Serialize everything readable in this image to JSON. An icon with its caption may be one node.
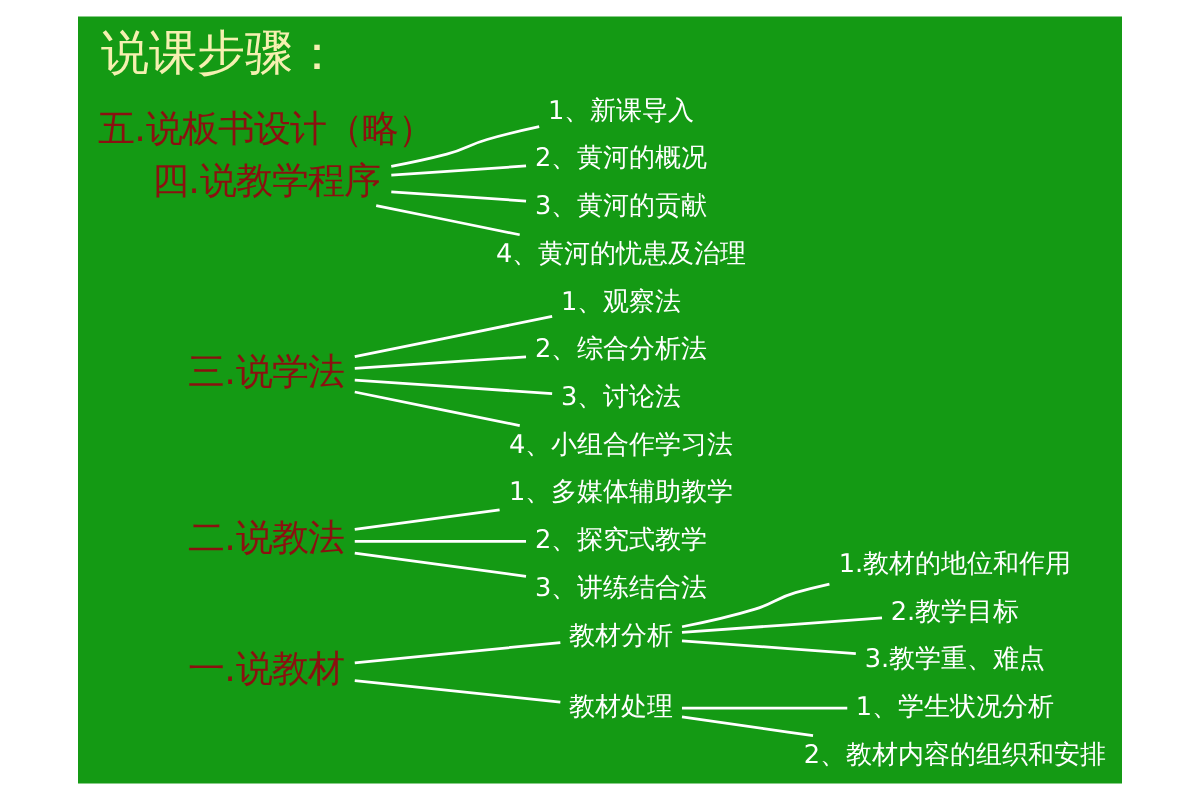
{
  "diagram": {
    "title": "说课步骤：",
    "nodes": [
      {
        "text": [
          "一.说教材"
        ]
      },
      {
        "text": [
          "教材分析"
        ]
      },
      {
        "text": [
          "1.教材的地位和作用"
        ]
      },
      {
        "text": [
          "2.教学目标"
        ]
      },
      {
        "text": [
          "3.教学重、难点"
        ]
      },
      {
        "text": [
          "教材处理"
        ]
      },
      {
        "text": [
          "1、学生状况分析"
        ]
      },
      {
        "text": [
          "2、教材内容的组织和安排"
        ]
      },
      {
        "text": [
          "二.说教法"
        ]
      },
      {
        "text": [
          "1、多媒体辅助教学"
        ]
      },
      {
        "text": [
          "2、探究式教学"
        ]
      },
      {
        "text": [
          "3、讲练结合法"
        ]
      },
      {
        "text": [
          "三.说学法"
        ]
      },
      {
        "text": [
          "1、观察法"
        ]
      },
      {
        "text": [
          "2、综合分析法"
        ]
      },
      {
        "text": [
          "3、讨论法"
        ]
      },
      {
        "text": [
          "4、小组合作学习法"
        ]
      },
      {
        "text": [
          "四.说教学程序"
        ]
      },
      {
        "text": [
          "1、新课导入"
        ]
      },
      {
        "text": [
          "2、黄河的概况"
        ]
      },
      {
        "text": [
          "3、黄河的贡献"
        ]
      },
      {
        "text": [
          "4、黄河的忧患及治理"
        ]
      },
      {
        "text": [
          "五.说板书设计（略）"
        ]
      }
    ],
    "edges": [
      {
        "from": 0,
        "to": 1,
        "arrow": "none"
      },
      {
        "from": 0,
        "to": 5,
        "arrow": "none"
      },
      {
        "from": 1,
        "to": 2,
        "arrow": "none"
      },
      {
        "from": 1,
        "to": 3,
        "arrow": "none"
      },
      {
        "from": 1,
        "to": 4,
        "arrow": "none"
      },
      {
        "from": 5,
        "to": 6,
        "arrow": "none"
      },
      {
        "from": 5,
        "to": 7,
        "arrow": "none"
      },
      {
        "from": 8,
        "to": 9,
        "arrow": "none"
      },
      {
        "from": 8,
        "to": 10,
        "arrow": "none"
      },
      {
        "from": 8,
        "to": 11,
        "arrow": "none"
      },
      {
        "from": 12,
        "to": 13,
        "arrow": "none"
      },
      {
        "from": 12,
        "to": 14,
        "arrow": "none"
      },
      {
        "from": 12,
        "to": 15,
        "arrow": "none"
      },
      {
        "from": 12,
        "to": 16,
        "arrow": "none"
      },
      {
        "from": 17,
        "to": 18,
        "arrow": "none"
      },
      {
        "from": 17,
        "to": 19,
        "arrow": "none"
      },
      {
        "from": 17,
        "to": 20,
        "arrow": "none"
      },
      {
        "from": 17,
        "to": 21,
        "arrow": "none"
      }
    ]
  }
}
